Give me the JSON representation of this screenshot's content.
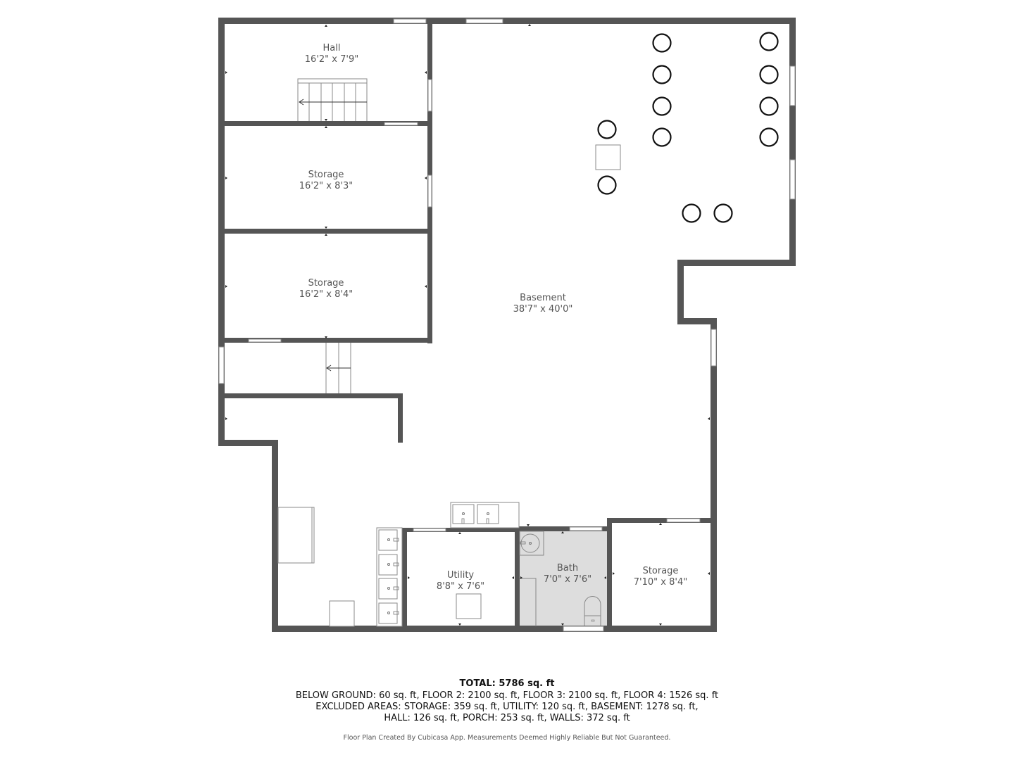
{
  "plan": {
    "wall_color": "#555555",
    "bath_fill": "#dddddd",
    "rooms": [
      {
        "name": "Hall",
        "dims": "16'2\" x 7'9\""
      },
      {
        "name": "Storage",
        "dims": "16'2\" x 8'3\""
      },
      {
        "name": "Storage",
        "dims": "16'2\" x 8'4\""
      },
      {
        "name": "Basement",
        "dims": "38'7\" x 40'0\""
      },
      {
        "name": "Utility",
        "dims": "8'8\" x 7'6\""
      },
      {
        "name": "Bath",
        "dims": "7'0\" x 7'6\""
      },
      {
        "name": "Storage",
        "dims": "7'10\" x 8'4\""
      }
    ]
  },
  "summary": {
    "total": "TOTAL: 5786 sq. ft",
    "line1": "BELOW GROUND: 60 sq. ft, FLOOR 2: 2100 sq. ft, FLOOR 3: 2100 sq. ft, FLOOR 4: 1526 sq. ft",
    "line2": "EXCLUDED AREAS: STORAGE: 359 sq. ft, UTILITY: 120 sq. ft, BASEMENT: 1278 sq. ft,",
    "line3": "HALL: 126 sq. ft, PORCH: 253 sq. ft, WALLS: 372 sq. ft",
    "credit": "Floor Plan Created By Cubicasa App. Measurements Deemed Highly Reliable But Not Guaranteed."
  }
}
